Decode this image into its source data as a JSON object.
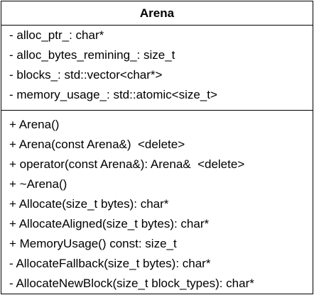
{
  "class": {
    "name": "Arena",
    "attributes": [
      "- alloc_ptr_: char*",
      "- alloc_bytes_remining_: size_t",
      "- blocks_: std::vector<char*>",
      "- memory_usage_: std::atomic<size_t>"
    ],
    "methods": [
      "+ Arena()",
      "+ Arena(const Arena&)  <delete>",
      "+ operator(const Arena&): Arena&  <delete>",
      "+ ~Arena()",
      "+ Allocate(size_t bytes): char*",
      "+ AllocateAligned(size_t bytes): char*",
      "+ MemoryUsage() const: size_t",
      "- AllocateFallback(size_t bytes): char*",
      "- AllocateNewBlock(size_t block_types): char*"
    ]
  }
}
